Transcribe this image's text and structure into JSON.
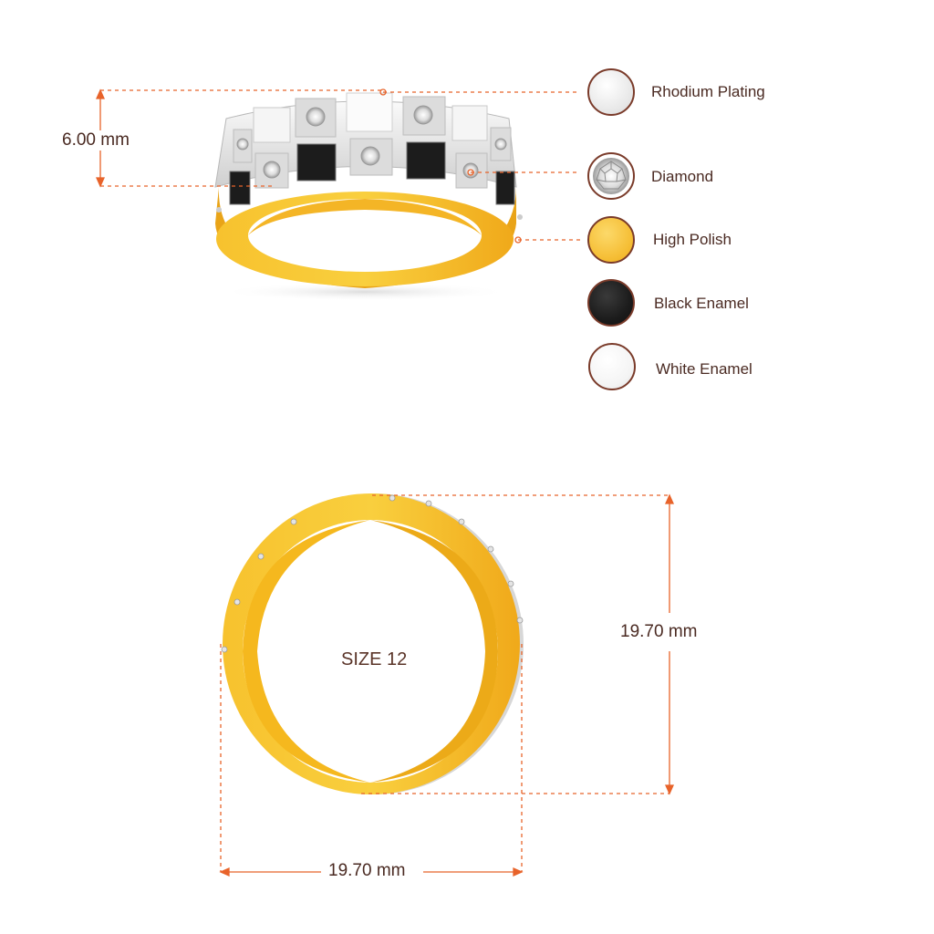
{
  "dimensions": {
    "height_label": "6.00 mm",
    "inner_diameter_vertical_label": "19.70 mm",
    "inner_diameter_horizontal_label": "19.70 mm",
    "size_label": "SIZE 12"
  },
  "legend": [
    {
      "label": "Rhodium Plating",
      "icon": "rhodium-swatch",
      "color": "#f1f1f1"
    },
    {
      "label": "Diamond",
      "icon": "diamond-swatch",
      "color": "#e8e8e8"
    },
    {
      "label": "High Polish",
      "icon": "gold-swatch",
      "color": "#f7c23c"
    },
    {
      "label": "Black Enamel",
      "icon": "black-enamel-swatch",
      "color": "#1c1c1c"
    },
    {
      "label": "White Enamel",
      "icon": "white-enamel-swatch",
      "color": "#f6f6f6"
    }
  ],
  "colors": {
    "dimension_line": "#e8632a",
    "swatch_border": "#7a3b2a",
    "text": "#4a2a22",
    "gold": "#f5b81e",
    "gold_dark": "#d9951a",
    "rhodium": "#e9e9e9"
  }
}
